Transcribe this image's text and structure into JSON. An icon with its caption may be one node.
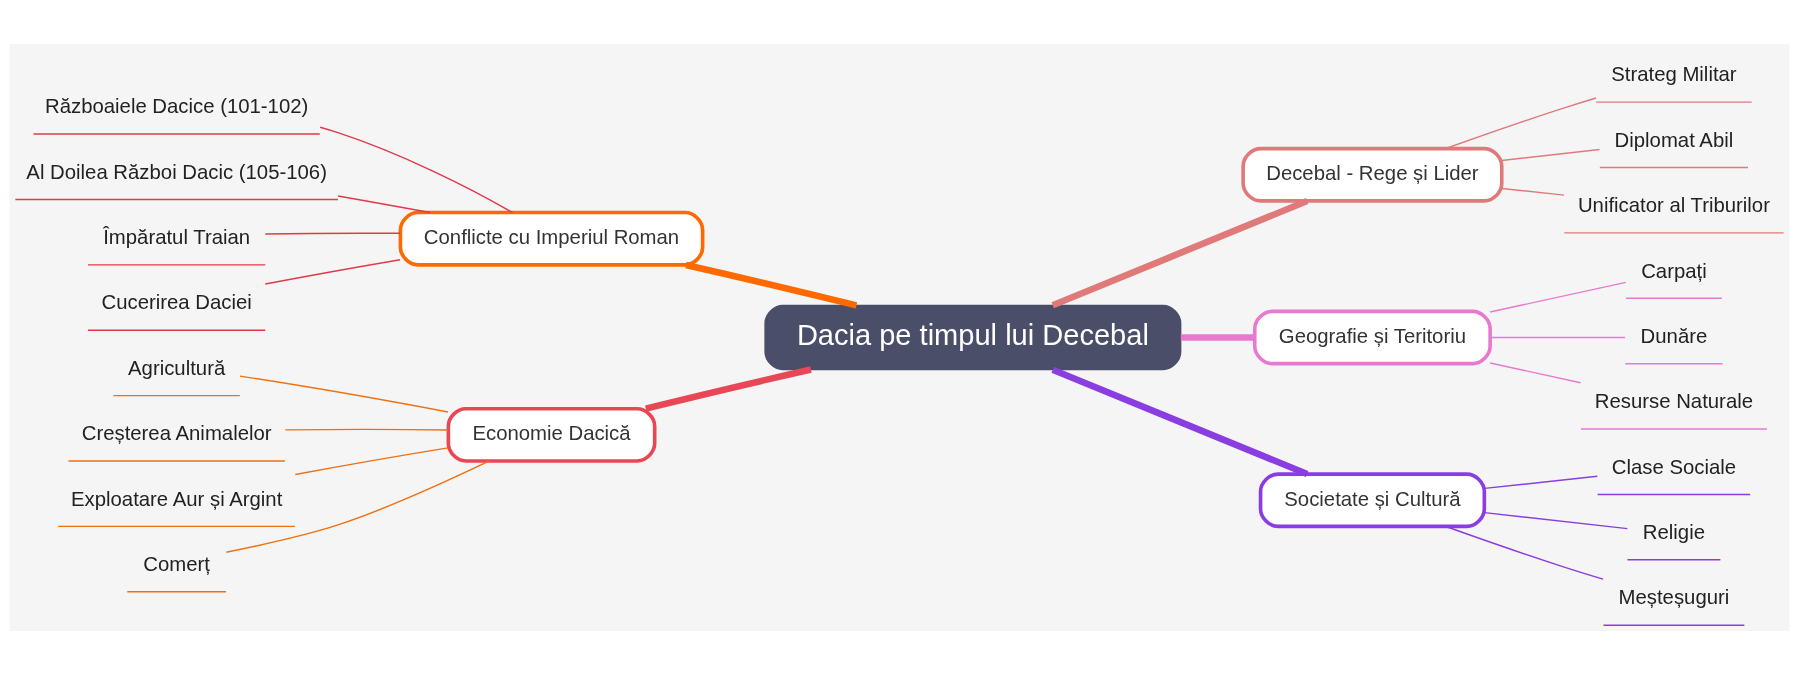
{
  "diagram": {
    "nodes": [
      {
        "text": [
          "Dacia pe timpul lui Decebal"
        ]
      },
      {
        "text": [
          "Conflicte cu Imperiul Roman"
        ]
      },
      {
        "text": [
          "Războaiele Dacice (101-102)"
        ]
      },
      {
        "text": [
          "Al Doilea Război Dacic (105-106)"
        ]
      },
      {
        "text": [
          "Împăratul Traian"
        ]
      },
      {
        "text": [
          "Cucerirea Daciei"
        ]
      },
      {
        "text": [
          "Economie Dacică"
        ]
      },
      {
        "text": [
          "Agricultură"
        ]
      },
      {
        "text": [
          "Creșterea Animalelor"
        ]
      },
      {
        "text": [
          "Exploatare Aur și Argint"
        ]
      },
      {
        "text": [
          "Comerț"
        ]
      },
      {
        "text": [
          "Decebal - Rege și Lider"
        ]
      },
      {
        "text": [
          "Strateg Militar"
        ]
      },
      {
        "text": [
          "Diplomat Abil"
        ]
      },
      {
        "text": [
          "Unificator al Triburilor"
        ]
      },
      {
        "text": [
          "Geografie și Teritoriu"
        ]
      },
      {
        "text": [
          "Carpați"
        ]
      },
      {
        "text": [
          "Dunăre"
        ]
      },
      {
        "text": [
          "Resurse Naturale"
        ]
      },
      {
        "text": [
          "Societate și Cultură"
        ]
      },
      {
        "text": [
          "Clase Sociale"
        ]
      },
      {
        "text": [
          "Religie"
        ]
      },
      {
        "text": [
          "Meșteșuguri"
        ]
      }
    ],
    "edges": [
      {
        "from": 0,
        "to": 1,
        "arrow": "none",
        "style": "thick",
        "color": "#ff6a00"
      },
      {
        "from": 1,
        "to": 2,
        "arrow": "none",
        "color": "#e0394a"
      },
      {
        "from": 1,
        "to": 3,
        "arrow": "none",
        "color": "#e0394a"
      },
      {
        "from": 1,
        "to": 4,
        "arrow": "none",
        "color": "#e0394a"
      },
      {
        "from": 1,
        "to": 5,
        "arrow": "none",
        "color": "#e0394a"
      },
      {
        "from": 0,
        "to": 6,
        "arrow": "none",
        "style": "thick",
        "color": "#e84855"
      },
      {
        "from": 6,
        "to": 7,
        "arrow": "none",
        "color": "#f07010"
      },
      {
        "from": 6,
        "to": 8,
        "arrow": "none",
        "color": "#f07010"
      },
      {
        "from": 6,
        "to": 9,
        "arrow": "none",
        "color": "#f07010"
      },
      {
        "from": 6,
        "to": 10,
        "arrow": "none",
        "color": "#f07010"
      },
      {
        "from": 0,
        "to": 11,
        "arrow": "none",
        "style": "thick",
        "color": "#e07a7a"
      },
      {
        "from": 11,
        "to": 12,
        "arrow": "none",
        "color": "#e07a7a"
      },
      {
        "from": 11,
        "to": 13,
        "arrow": "none",
        "color": "#e07a7a"
      },
      {
        "from": 11,
        "to": 14,
        "arrow": "none",
        "color": "#e07a7a"
      },
      {
        "from": 0,
        "to": 15,
        "arrow": "none",
        "style": "thick",
        "color": "#e879d0"
      },
      {
        "from": 15,
        "to": 16,
        "arrow": "none",
        "color": "#e879d0"
      },
      {
        "from": 15,
        "to": 17,
        "arrow": "none",
        "color": "#e879d0"
      },
      {
        "from": 15,
        "to": 18,
        "arrow": "none",
        "color": "#e879d0"
      },
      {
        "from": 0,
        "to": 19,
        "arrow": "none",
        "style": "thick",
        "color": "#8a3de0"
      },
      {
        "from": 19,
        "to": 20,
        "arrow": "none",
        "color": "#8a3de0"
      },
      {
        "from": 19,
        "to": 21,
        "arrow": "none",
        "color": "#8a3de0"
      },
      {
        "from": 19,
        "to": 22,
        "arrow": "none",
        "color": "#8a3de0"
      }
    ]
  }
}
